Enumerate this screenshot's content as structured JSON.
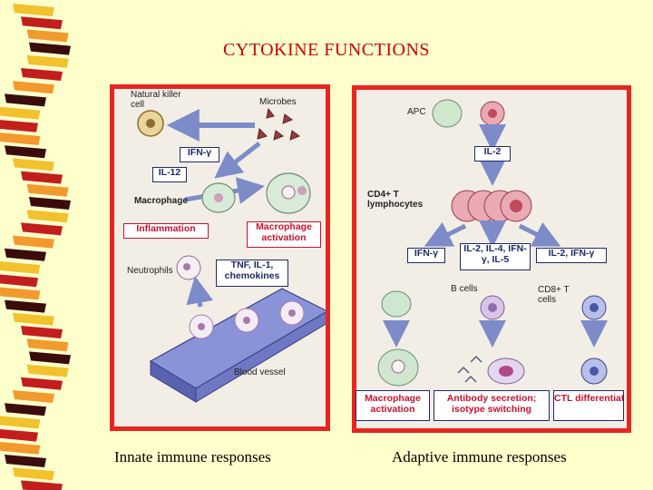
{
  "slide": {
    "title": "CYTOKINE FUNCTIONS",
    "caption_left": "Innate immune responses",
    "caption_right": "Adaptive immune responses"
  },
  "innate": {
    "nk_cell": "Natural killer cell",
    "microbes": "Microbes",
    "ifn": "IFN-γ",
    "il12": "IL-12",
    "macrophage": "Macrophage",
    "inflammation": "Inflammation",
    "macrophage_activation": "Macrophage activation",
    "neutrophils": "Neutrophils",
    "tnf": "TNF, IL-1, chemokines",
    "blood_vessel": "Blood vessel"
  },
  "adaptive": {
    "apc": "APC",
    "il2": "IL-2",
    "cd4": "CD4+ T lymphocytes",
    "ifn": "IFN-γ",
    "il_mix": "IL-2, IL-4, IFN-γ, IL-5",
    "il2_ifn": "IL-2, IFN-γ",
    "b_cells": "B cells",
    "cd8": "CD8+ T cells",
    "out_macrophage": "Macrophage activation",
    "out_antibody": "Antibody secretion; isotype switching",
    "out_ctl": "CTL differentiation"
  },
  "colors": {
    "border": "#e8251f",
    "background": "#ffffcc",
    "title": "#cc0000",
    "label_red": "#c8102e",
    "label_blue": "#1e2a66"
  }
}
